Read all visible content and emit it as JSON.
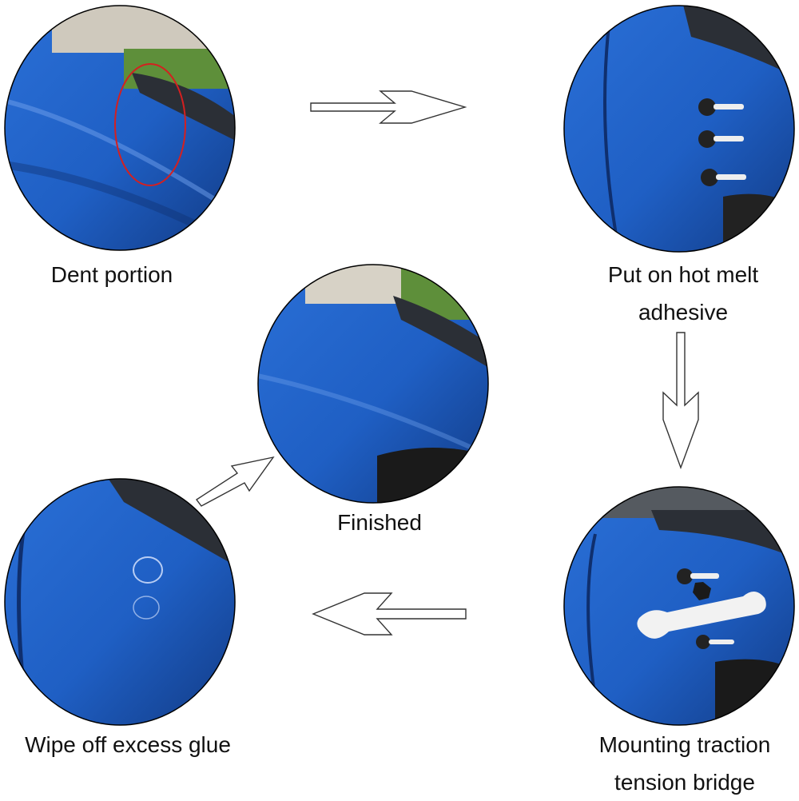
{
  "steps": [
    {
      "id": "dent",
      "caption": "Dent portion"
    },
    {
      "id": "glue",
      "caption_lines": [
        "Put on hot melt",
        "adhesive"
      ]
    },
    {
      "id": "bridge",
      "caption_lines": [
        "Mounting traction",
        "tension bridge"
      ]
    },
    {
      "id": "wipe",
      "caption": "Wipe off excess glue"
    },
    {
      "id": "finished",
      "caption": "Finished"
    }
  ],
  "colors": {
    "car_blue": "#1f5fc4",
    "car_blue_dark": "#143f8f",
    "grass": "#5e8f3a",
    "wall": "#d7d2c6",
    "highlight_circle": "#d42020",
    "arrow_stroke": "#333333"
  },
  "icons": {
    "arrow_flow": "hollow-double-arrow",
    "tab": "glue-tab-icon",
    "bridge": "tension-bridge-icon"
  }
}
